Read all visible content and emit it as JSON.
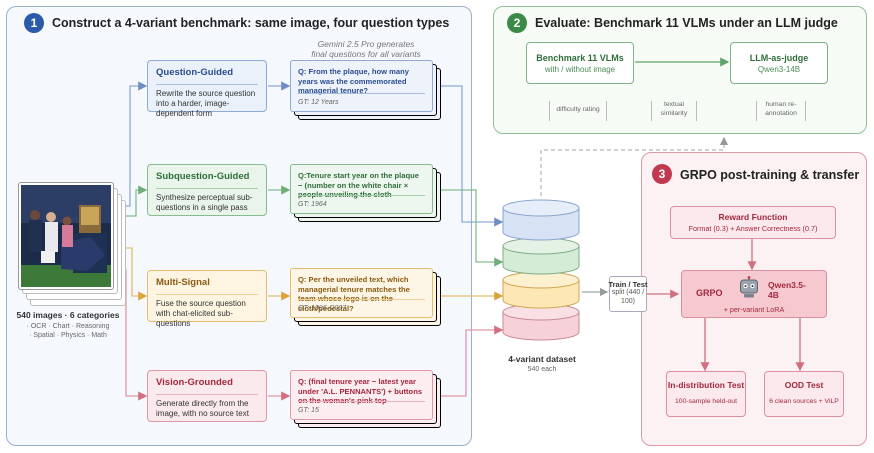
{
  "panel1": {
    "number": "1",
    "title": "Construct a 4-variant benchmark: same image, four question types",
    "gemini_note_line1": "Gemini 2.5 Pro generates",
    "gemini_note_line2": "final questions for all variants"
  },
  "image_stack": {
    "caption_title": "540 images · 6 categories",
    "categories_line1": "· OCR · Chart · Reasoning",
    "categories_line2": "· Spatial · Physics · Math"
  },
  "variants": [
    {
      "title": "Question-Guided",
      "description": "Rewrite the source question into a harder, image-dependent form",
      "question": "Q: From the plaque, how many years was the commemorated managerial tenure?",
      "gt": "GT: 12 Years"
    },
    {
      "title": "Subquestion-Guided",
      "description": "Synthesize perceptual sub-questions in a single pass",
      "question": "Q:Tenure start year on the plaque − (number on the white chair × people unveiling the cloth",
      "gt": "GT: 1964"
    },
    {
      "title": "Multi-Signal",
      "description": "Fuse the source question with chat-elicited sub-questions",
      "question": "Q: Per the unveiled text, which managerial tenure matches the team whose logo is on the cloth/pedestal?",
      "gt": "GT: 1996–2007"
    },
    {
      "title": "Vision-Grounded",
      "description": "Generate directly from the image, with no source text",
      "question": "Q: (final tenure year − latest year under 'A.L. PENNANTS') + buttons on the woman's pink top",
      "gt": "GT: 15"
    }
  ],
  "dataset": {
    "label": "4-variant dataset",
    "sub": "540 each"
  },
  "panel2": {
    "number": "2",
    "title": "Evaluate: Benchmark 11 VLMs under an LLM judge",
    "box1_title": "Benchmark 11 VLMs",
    "box1_sub": "with / without image",
    "box2_title": "LLM-as-judge",
    "box2_sub": "Qwen3-14B",
    "metric1": "difficulty rating",
    "metric2_line1": "textual",
    "metric2_line2": "similarity",
    "metric3_line1": "human re-",
    "metric3_line2": "annotation"
  },
  "split": {
    "title": "Train / Test",
    "sub_line1": "split (440 /",
    "sub_line2": "100)"
  },
  "panel3": {
    "number": "3",
    "title": "GRPO post-training & transfer",
    "reward_title": "Reward Function",
    "reward_sub": "Format (0.3) + Answer Correctness (0.7)",
    "grpo_label": "GRPO",
    "model_line1": "Qwen3.5-",
    "model_line2": "4B",
    "lora": "+ per-variant LoRA",
    "test1_title": "In-distribution Test",
    "test1_sub": "100-sample held-out",
    "test2_title": "OOD Test",
    "test2_sub": "6 clean sources + ViLP"
  },
  "colors": {
    "blue": "#2a5aa8",
    "green": "#3c8a47",
    "yellow": "#d9a53a",
    "red": "#c0394f"
  }
}
